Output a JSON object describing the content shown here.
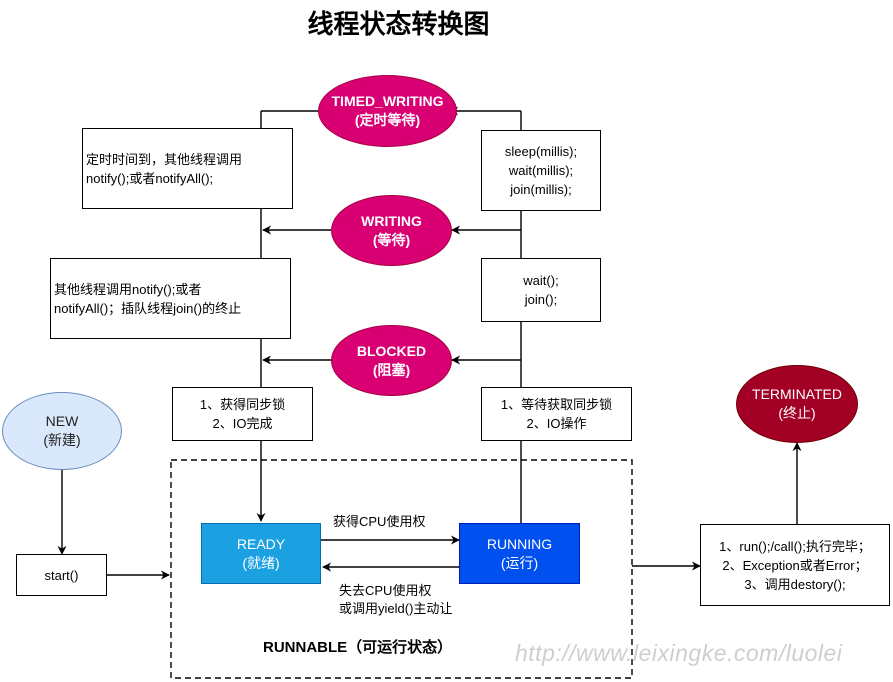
{
  "title": "线程状态转换图",
  "nodes": {
    "timed_writing": [
      "TIMED_WRITING",
      "(定时等待)"
    ],
    "writing": [
      "WRITING",
      "(等待)"
    ],
    "blocked": [
      "BLOCKED",
      "(阻塞)"
    ],
    "new": [
      "NEW",
      "(新建)"
    ],
    "terminated": [
      "TERMINATED",
      "(终止)"
    ],
    "ready": [
      "READY",
      "(就绪)"
    ],
    "running": [
      "RUNNING",
      "(运行)"
    ]
  },
  "boxes": {
    "timeout_notify": [
      "定时时间到，其他线程调用",
      "notify();或者notifyAll();"
    ],
    "sleep_wait_join": [
      "sleep(millis);",
      "wait(millis);",
      "join(millis);"
    ],
    "notify_join_end": [
      "其他线程调用notify();或者",
      "notifyAll()；插队线程join()的终止"
    ],
    "wait_join": [
      "wait();",
      "join();"
    ],
    "lock_acquired": [
      "1、获得同步锁",
      "2、IO完成"
    ],
    "waiting_lock": [
      "1、等待获取同步锁",
      "2、IO操作"
    ],
    "start": [
      "start()"
    ],
    "finished": [
      "1、run();/call();执行完毕；",
      "2、Exception或者Error；",
      "3、调用destory();"
    ]
  },
  "edge_labels": {
    "get_cpu": "获得CPU使用权",
    "lose_cpu": [
      "失去CPU使用权",
      "或调用yield()主动让"
    ]
  },
  "group_label": "RUNNABLE（可运行状态）",
  "watermark": "http://www.leixingke.com/luolei"
}
